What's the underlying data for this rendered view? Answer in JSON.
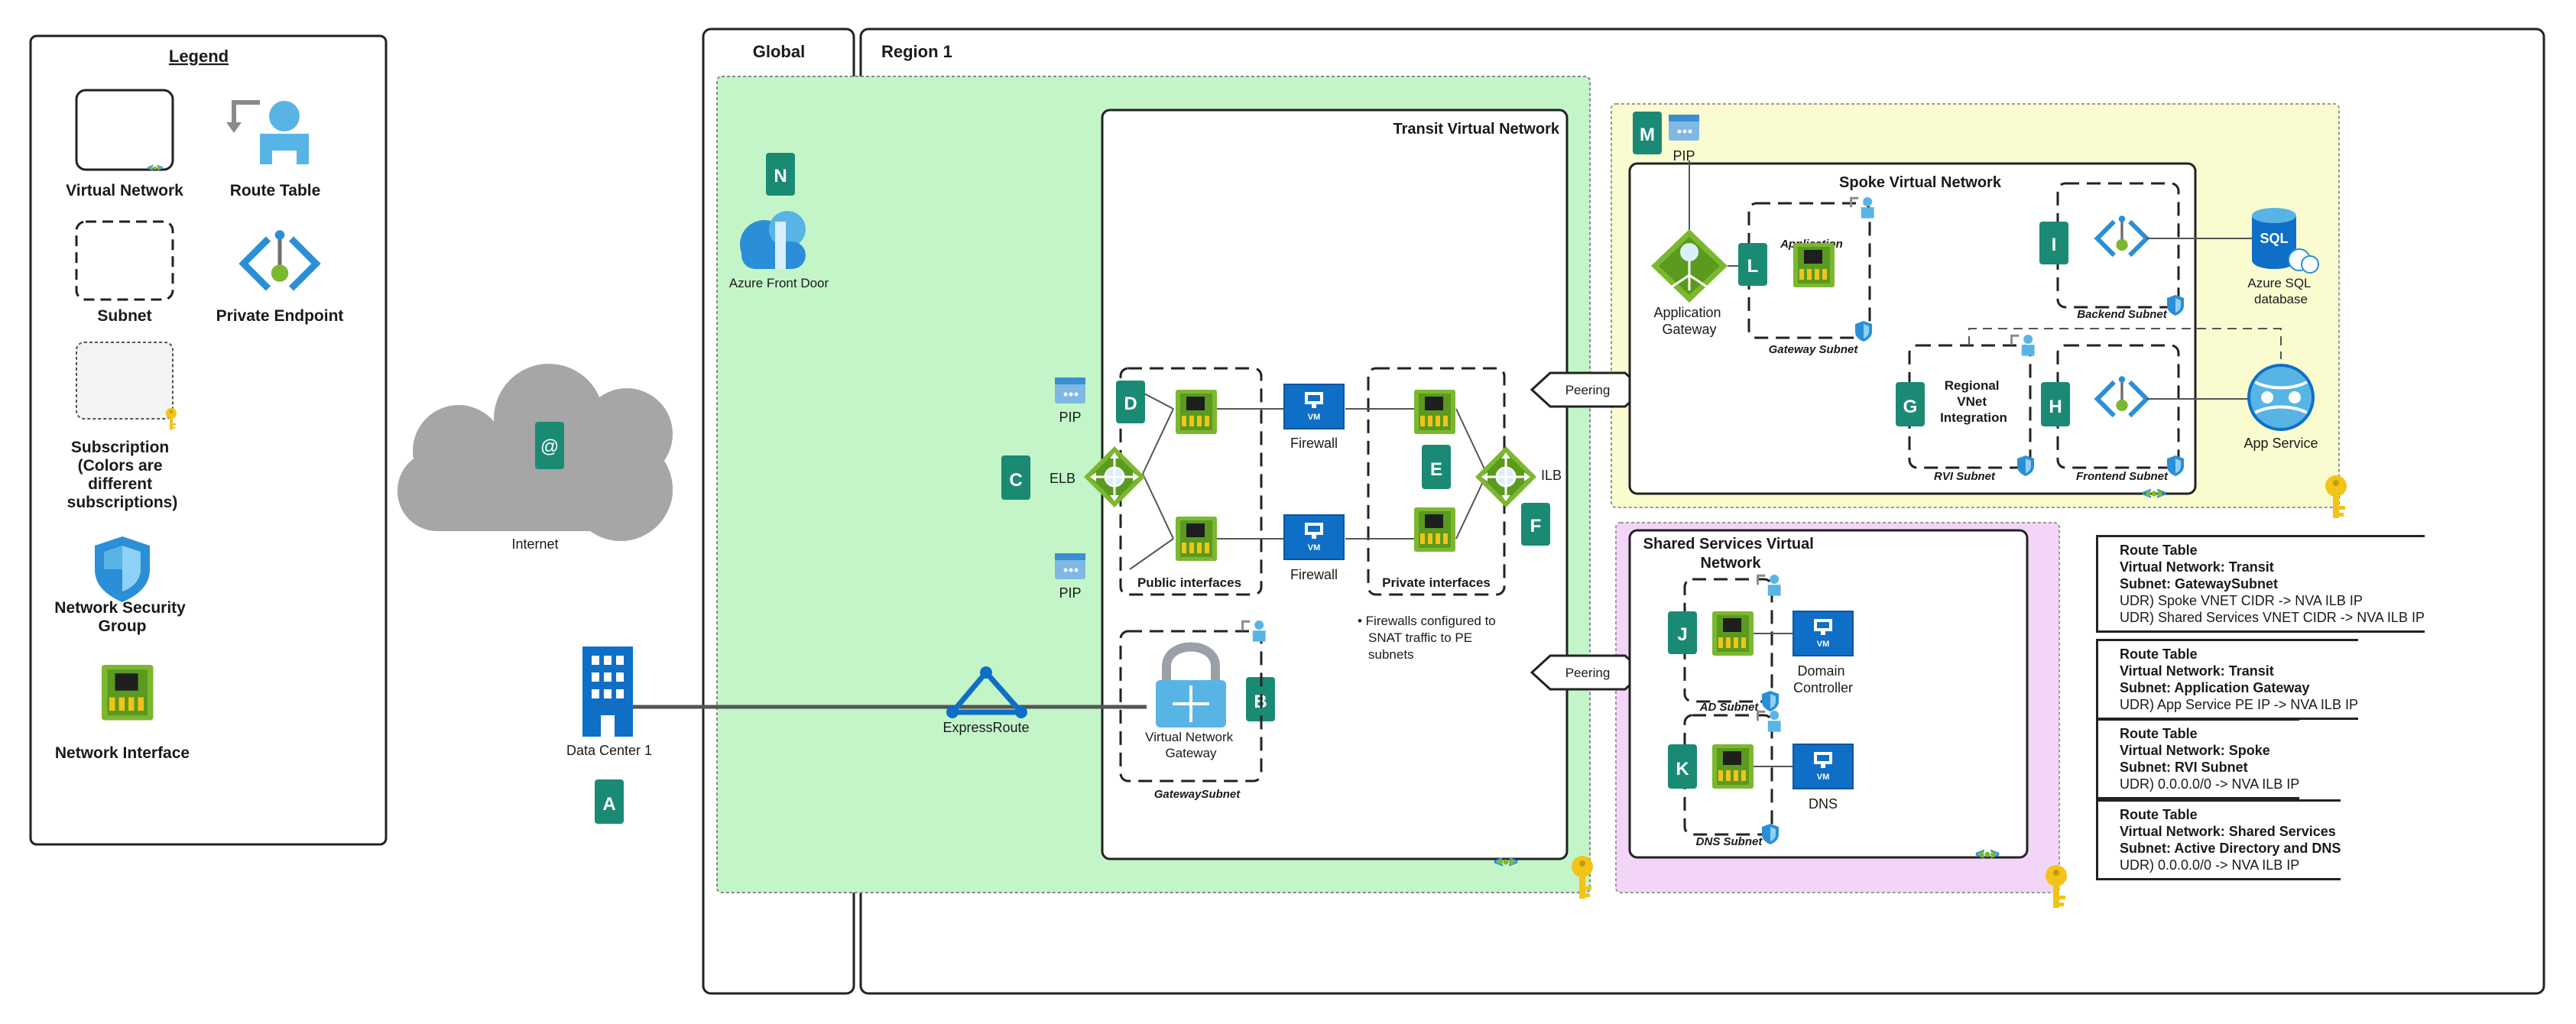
{
  "legend": {
    "title": "Legend",
    "items": [
      {
        "label": "Virtual Network"
      },
      {
        "label": "Route Table"
      },
      {
        "label": "Subnet"
      },
      {
        "label": "Private Endpoint"
      },
      {
        "label_lines": [
          "Subscription",
          "(Colors are",
          "different",
          "subscriptions)"
        ]
      },
      {
        "label_lines": [
          "Network Security",
          "Group"
        ]
      },
      {
        "label": "Network Interface"
      }
    ]
  },
  "zones": {
    "global": "Global",
    "region": "Region 1"
  },
  "internet": {
    "label": "Internet"
  },
  "datacenter": {
    "label": "Data Center 1",
    "marker": "A"
  },
  "expressroute": {
    "label": "ExpressRoute"
  },
  "frontdoor": {
    "label": "Azure Front Door",
    "marker": "N"
  },
  "transit": {
    "title": "Transit Virtual Network",
    "markers": {
      "b": "B",
      "c": "C",
      "d": "D",
      "e": "E",
      "f": "F"
    },
    "pip": "PIP",
    "elb": "ELB",
    "ilb": "ILB",
    "firewall": "Firewall",
    "public_interfaces": "Public interfaces",
    "private_interfaces": "Private interfaces",
    "note_lines": [
      "• Firewalls configured to",
      "SNAT traffic to PE",
      "subnets"
    ],
    "vng_lines": [
      "Virtual Network",
      "Gateway"
    ],
    "gateway_subnet": "GatewaySubnet"
  },
  "peering": "Peering",
  "spoke": {
    "title": "Spoke Virtual Network",
    "markers": {
      "g": "G",
      "h": "H",
      "i": "I",
      "l": "L",
      "m": "M"
    },
    "pip": "PIP",
    "app_gateway_lines": [
      "Application",
      "Gateway"
    ],
    "app_gateway_subnet_lines": [
      "Application",
      "Gateway Subnet"
    ],
    "backend_subnet": "Backend Subnet",
    "frontend_subnet": "Frontend Subnet",
    "rvi_subnet": "RVI Subnet",
    "regional_lines": [
      "Regional",
      "VNet",
      "Integration"
    ],
    "sql_lines": [
      "Azure SQL",
      "database"
    ],
    "app_service": "App Service"
  },
  "shared": {
    "title_lines": [
      "Shared Services Virtual",
      "Network"
    ],
    "markers": {
      "j": "J",
      "k": "K"
    },
    "domain_controller_lines": [
      "Domain",
      "Controller"
    ],
    "dns": "DNS",
    "ad_subnet": "AD Subnet",
    "dns_subnet": "DNS Subnet"
  },
  "route_tables": [
    {
      "title": "Route Table",
      "vnet": "Virtual Network: Transit",
      "subnet": "Subnet: GatewaySubnet",
      "rules": [
        "UDR) Spoke VNET CIDR -> NVA ILB IP",
        "UDR) Shared Services VNET CIDR -> NVA ILB IP"
      ]
    },
    {
      "title": "Route Table",
      "vnet": "Virtual Network: Transit",
      "subnet": "Subnet: Application Gateway",
      "rules": [
        "UDR) App Service PE IP -> NVA ILB IP"
      ]
    },
    {
      "title": "Route Table",
      "vnet": "Virtual Network: Spoke",
      "subnet": "Subnet: RVI Subnet",
      "rules": [
        "UDR) 0.0.0.0/0 -> NVA ILB IP"
      ]
    },
    {
      "title": "Route Table",
      "vnet": "Virtual Network: Shared Services",
      "subnet": "Subnet: Active Directory and DNS",
      "rules": [
        "UDR) 0.0.0.0/0 -> NVA ILB IP"
      ]
    }
  ],
  "icon_names": [
    "vnet-icon",
    "route-table-icon",
    "subnet-icon",
    "private-endpoint-icon",
    "subscription-icon",
    "nsg-icon",
    "nic-icon",
    "cloud-icon",
    "building-icon",
    "expressroute-icon",
    "front-door-icon",
    "load-balancer-icon",
    "firewall-icon",
    "vpn-gateway-icon",
    "app-gateway-icon",
    "sql-database-icon",
    "app-service-icon",
    "key-icon"
  ],
  "colors": {
    "marker": "#1a8a75",
    "transit_subscription": "#c3f5c8",
    "spoke_subscription": "#fbfbd0",
    "shared_subscription": "#f3d6f7",
    "vm_blue": "#0f6fc6",
    "nic_green": "#7cb82f",
    "key_gold": "#f2c318"
  }
}
